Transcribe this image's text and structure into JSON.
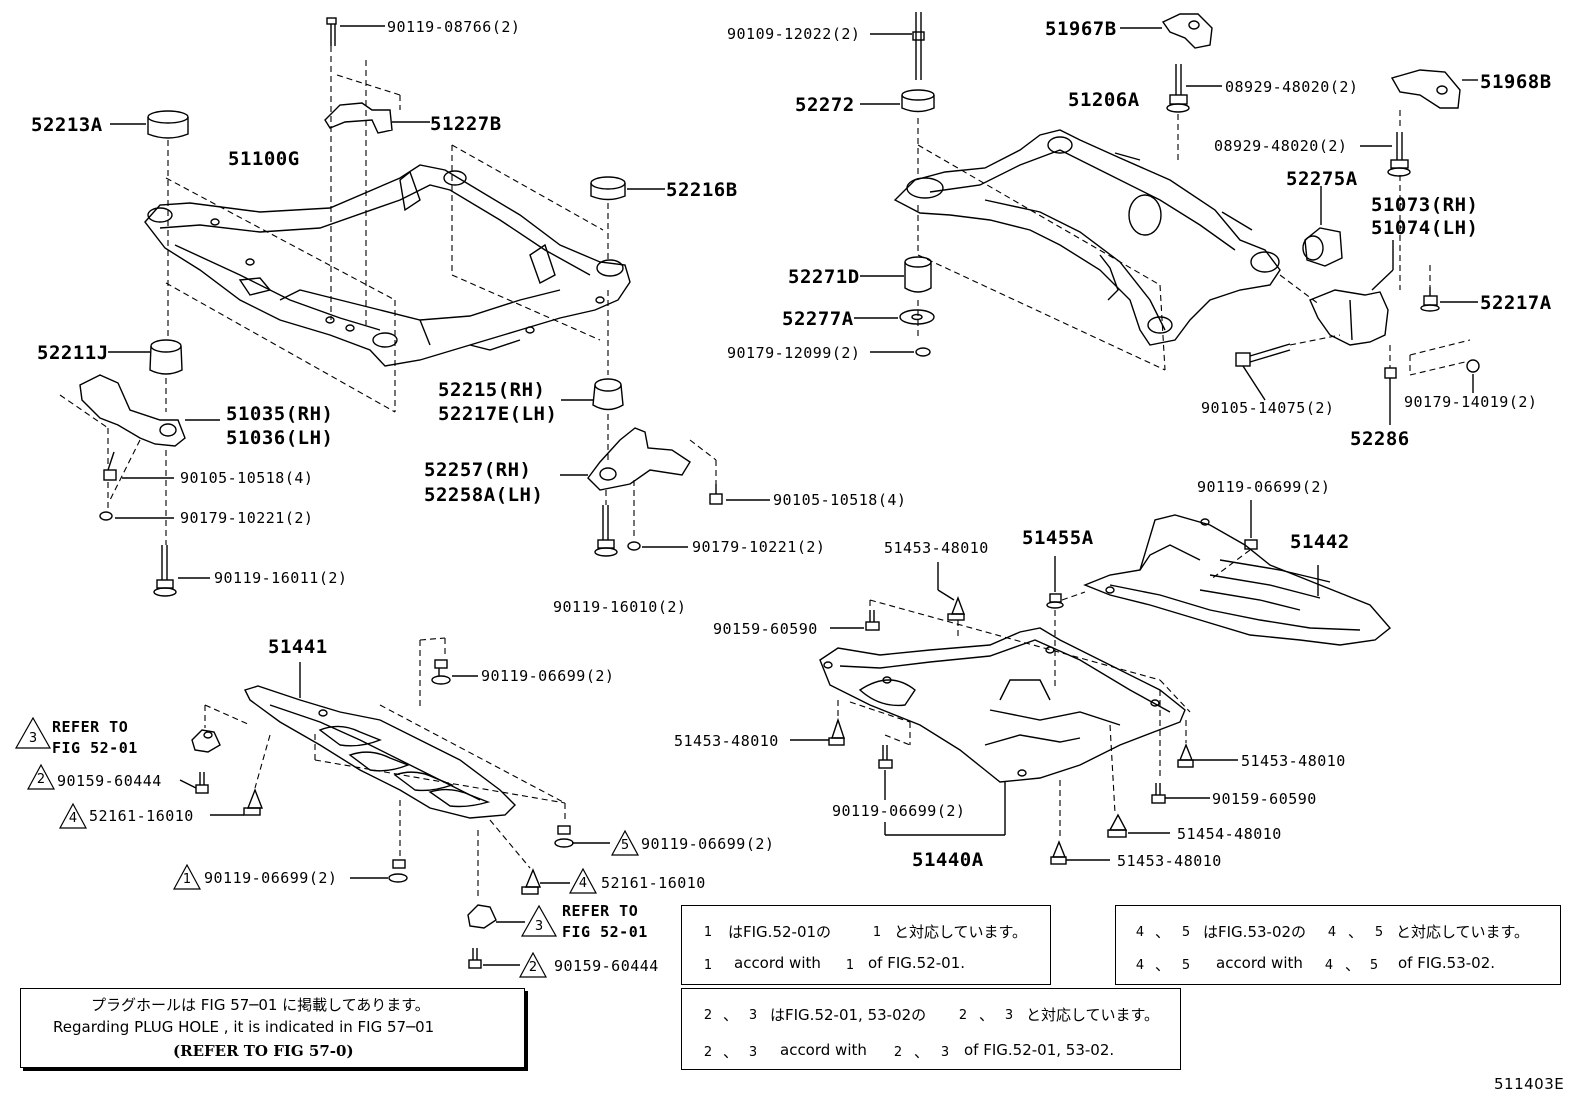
{
  "labels": {
    "p_90119_08766": "90119-08766(2)",
    "p_52213A": "52213A",
    "p_51227B": "51227B",
    "p_51100G": "51100G",
    "p_52216B": "52216B",
    "p_52211J": "52211J",
    "p_51035": "51035(RH)",
    "p_51036": "51036(LH)",
    "p_90105_10518_a": "90105-10518(4)",
    "p_90179_10221_a": "90179-10221(2)",
    "p_90119_16011": "90119-16011(2)",
    "p_52215": "52215(RH)",
    "p_52217E": "52217E(LH)",
    "p_52257": "52257(RH)",
    "p_52258A": "52258A(LH)",
    "p_90105_10518_b": "90105-10518(4)",
    "p_90179_10221_b": "90179-10221(2)",
    "p_90119_16010": "90119-16010(2)",
    "p_90109_12022": "90109-12022(2)",
    "p_51967B": "51967B",
    "p_08929_a": "08929-48020(2)",
    "p_51968B": "51968B",
    "p_52272": "52272",
    "p_51206A": "51206A",
    "p_08929_b": "08929-48020(2)",
    "p_52275A": "52275A",
    "p_51073": "51073(RH)",
    "p_51074": "51074(LH)",
    "p_52271D": "52271D",
    "p_52217A": "52217A",
    "p_52277A": "52277A",
    "p_90179_12099": "90179-12099(2)",
    "p_90105_14075": "90105-14075(2)",
    "p_90179_14019": "90179-14019(2)",
    "p_52286": "52286",
    "p_90119_06699_a": "90119-06699(2)",
    "p_51453_a": "51453-48010",
    "p_51455A": "51455A",
    "p_51442": "51442",
    "p_90159_60590_a": "90159-60590",
    "p_51441": "51441",
    "p_90119_06699_b": "90119-06699(2)",
    "p_refer_to_a": "REFER TO",
    "p_fig_52_01_a": "FIG 52-01",
    "p_90159_60444_a": "90159-60444",
    "p_52161_a": "52161-16010",
    "p_51453_b": "51453-48010",
    "p_51453_c": "51453-48010",
    "p_90159_60590_b": "90159-60590",
    "p_90119_06699_c": "90119-06699(2)",
    "p_51454": "51454-48010",
    "p_51440A": "51440A",
    "p_51453_d": "51453-48010",
    "p_90119_06699_d": "90119-06699(2)",
    "p_90119_06699_e": "90119-06699(2)",
    "p_52161_b": "52161-16010",
    "p_refer_to_b": "REFER TO",
    "p_fig_52_01_b": "FIG 52-01",
    "p_90159_60444_b": "90159-60444",
    "figure_code": "511403E"
  },
  "triangles": {
    "t1": "1",
    "t2": "2",
    "t3": "3",
    "t4": "4",
    "t5": "5"
  },
  "notes": {
    "plug_jp": "プラグホールは FIG 57─01 に掲載してあります。",
    "plug_en": "Regarding  PLUG  HOLE , it is indicated in  FIG  57─01",
    "plug_ref": "(REFER TO FIG 57-0)",
    "n1_jp_a": "はFIG.52-01の",
    "n1_jp_b": "と対応しています。",
    "n1_en_a": "accord with",
    "n1_en_b": "of FIG.52-01.",
    "n45_jp_a": "、",
    "n45_jp_b": "はFIG.53-02の",
    "n45_jp_c": "、",
    "n45_jp_d": "と対応しています。",
    "n45_en_a": "accord with",
    "n45_en_b": "of FIG.53-02.",
    "n23_jp_a": "、",
    "n23_jp_b": "はFIG.52-01, 53-02の",
    "n23_jp_c": "、",
    "n23_jp_d": "と対応しています。",
    "n23_en_a": "accord with",
    "n23_en_b": "of FIG.52-01, 53-02."
  }
}
